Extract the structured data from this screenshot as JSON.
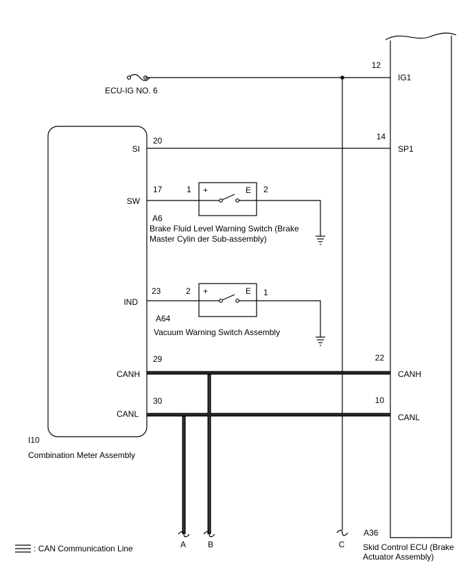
{
  "combination_meter": {
    "connector": "I10",
    "name": "Combination Meter Assembly",
    "terminals": [
      {
        "label": "SI",
        "pin": "20"
      },
      {
        "label": "SW",
        "pin": "17"
      },
      {
        "label": "IND",
        "pin": "23"
      },
      {
        "label": "CANH",
        "pin": "29"
      },
      {
        "label": "CANL",
        "pin": "30"
      }
    ]
  },
  "skid_ecu": {
    "connector": "A36",
    "name_line1": "Skid Control ECU (Brake",
    "name_line2": "Actuator Assembly)",
    "terminals": [
      {
        "label": "IG1",
        "pin": "12"
      },
      {
        "label": "SP1",
        "pin": "14"
      },
      {
        "label": "CANH",
        "pin": "22"
      },
      {
        "label": "CANL",
        "pin": "10"
      }
    ]
  },
  "fuse": {
    "label": "ECU-IG NO. 6"
  },
  "brake_fluid_switch": {
    "connector": "A6",
    "name_line1": "Brake Fluid Level Warning Switch (Brake",
    "name_line2": "Master Cylin der Sub-assembly)",
    "pin_left": "1",
    "pin_right": "2",
    "sym_plus": "+",
    "sym_e": "E"
  },
  "vacuum_switch": {
    "connector": "A64",
    "name": "Vacuum Warning Switch Assembly",
    "pin_left": "2",
    "pin_right": "1",
    "sym_plus": "+",
    "sym_e": "E"
  },
  "continuations": {
    "a": "A",
    "b": "B",
    "c": "C"
  },
  "legend": {
    "label": ": CAN Communication Line"
  }
}
